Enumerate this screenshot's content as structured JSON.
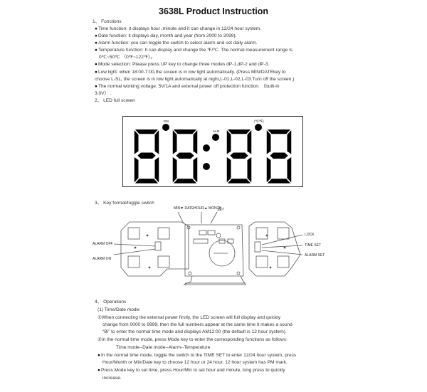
{
  "document": {
    "title": "3638L Product Instruction",
    "sections": {
      "functions": {
        "heading": "1、 Functions",
        "items": [
          "Time function: it displays hour ,minute and it can change in 12/24 hour system.",
          "Date function: it displays day, month and year (from 2000 to 2099).",
          "Alarm function: you can toggle the switch to select alarm and set daily alarm.",
          "Temperature function: It can display and change the  ℉/℃. The normal measurement range is",
          "Mode selection: Please press UP key to change three modes dP-1,dP-2 and dP-3.",
          "Low light: when 18:00-7:00,the screen is in low light automatically. (Press MIN/DATEkey to",
          "The normal working voltage: 5V/1A and external power off protection function. （built-in"
        ],
        "continuations": {
          "temperature": "0℃~50℃  （0℉~122℉）。",
          "low_light": "choose L-SL, the screen is in low light automatically at night,L-01,L-02,L-03.Turn off the screen.)",
          "voltage": "3.0V）  ."
        }
      },
      "led": {
        "heading": "2、 LED full screen",
        "indicators": {
          "pm": "PM",
          "alm": "ALM",
          "temp_unit": "(℃/℉)"
        },
        "display_value": "88:88"
      },
      "keys": {
        "heading": "3、 Key format/toggle switch",
        "top_keys": [
          "MIN▼ DATE",
          "HOUR▲ MONTH",
          "SET"
        ],
        "left_switch": [
          "ALARM OFF",
          "ALARM ON"
        ],
        "right_switch": [
          "LOCK",
          "TIME SET",
          "ALARM SET"
        ]
      },
      "operations": {
        "heading": "4、 Operations",
        "sub_heading": "(1) Time/Date mode:",
        "lines": [
          "①When connecting the external power firstly, the LED screen will full display and quickly",
          "change from 0000 to 9999, then the full numbers appear at the same time it makes a sound",
          "“Bi” to enter the normal time mode and displays AM12:00 (the default is 12 hour system).",
          "②In the normal time mode, press Mode key to enter the corresponding functions as follows:",
          "Time mode--Date mode--Alarm--Temperature",
          "In the normal time mode, toggle the switch to the TIME SET to enter 12/24 hour system, press",
          "Hour/Month or Min/Date key to choose 12 hour or 24 hour, 12 hour system has PM mark.",
          "Press Mode key to set time, press Hour/Min to set hour and minute, long press to quickly",
          "increase."
        ]
      }
    }
  }
}
